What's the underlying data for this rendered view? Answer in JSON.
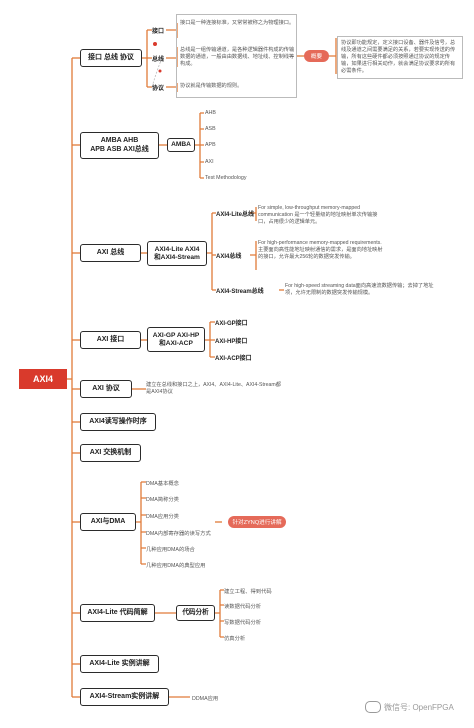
{
  "root": {
    "label": "AXI4"
  },
  "branches": {
    "b1": {
      "label": "接口 总线 协议",
      "items": {
        "i1": "接口",
        "i2": "总线",
        "i3": "协议"
      },
      "desc": {
        "d1": "接口是一种连接标准，又常常被称之为物理接口。",
        "d2": "总线是一组传输通道，是各种逻辑器件构成的传输数据的通道，一般由由数据线、地址线、控制线等构成。",
        "d3": "协议就是传输数据的规则。"
      },
      "tag": "概要",
      "summary": "协议即功能规定，定义接口设备、器件及信号，总线及通道之间需要满足的关系，若要实现传送的传输，所有这些硬件都必须按照通过协议的规定传输，如果进行相关动作，就会满足协议要求的所有必需条件。"
    },
    "b2": {
      "label1": "AMBA  AHB",
      "label2": "APB  ASB  AXI总线",
      "hub": "AMBA",
      "items": {
        "a1": "AHB",
        "a2": "ASB",
        "a3": "APB",
        "a4": "AXI",
        "a5": "Test Methodology"
      }
    },
    "b3": {
      "label": "AXI 总线",
      "hub1": "AXI4-Lite AXI4",
      "hub2": "和AXI4-Stream",
      "items": {
        "s1": {
          "label": "AXI4-Lite总线",
          "desc": "For simple, low-throughput memory-mapped communication 是一个轻量级的地址映射单次传输接口，占用很少的逻辑单元。"
        },
        "s2": {
          "label": "AXI4总线",
          "desc": "For high-performance memory-mapped requirements.主要面向高性能地址映射通信的需求，是面向地址映射的接口，允许最大256轮的数据突发传输。"
        },
        "s3": {
          "label": "AXI4-Stream总线",
          "desc": "For high-speed streaming data面向高速流数据传输；去掉了地址项，允许无限制的数据突发传输规模。"
        }
      }
    },
    "b4": {
      "label": "AXI 接口",
      "hub1": "AXI-GP AXI-HP",
      "hub2": "和AXI-ACP",
      "items": {
        "p1": "AXI-GP接口",
        "p2": "AXI-HP接口",
        "p3": "AXI-ACP接口"
      }
    },
    "b5": {
      "label": "AXI 协议",
      "desc": "建立在总线和接口之上，AXI4、AXI4-Lite、AXI4-Stream都是AXI4协议"
    },
    "b6": {
      "label": "AXI4读写操作时序"
    },
    "b7": {
      "label": "AXI 交换机制"
    },
    "b8": {
      "label": "AXI与DMA",
      "items": {
        "m1": "DMA基本概念",
        "m2": "DMA简称分类",
        "m3": "DMA应用分类",
        "m4": "DMA内部寄存器的读写方式",
        "m5": "几种应用DMA的场合",
        "m6": "几种应用DMA的典型应用"
      },
      "tag": "针对ZYNQ进行讲解"
    },
    "b9": {
      "label": "AXI4-Lite 代码简解",
      "hub": "代码分析",
      "items": {
        "c1": "建立工程、得到代码",
        "c2": "读数据代码分析",
        "c3": "写数据代码分析",
        "c4": "仿真分析"
      }
    },
    "b10": {
      "label": "AXI4-Lite 实例讲解"
    },
    "b11": {
      "label": "AXI4-Stream实例讲解",
      "item": "DDMA应用"
    }
  },
  "watermark": "微信号: OpenFPGA",
  "colors": {
    "root": "#d93a2c",
    "line": "#e07b39",
    "pill": "#e56a59",
    "text": "#555555"
  }
}
